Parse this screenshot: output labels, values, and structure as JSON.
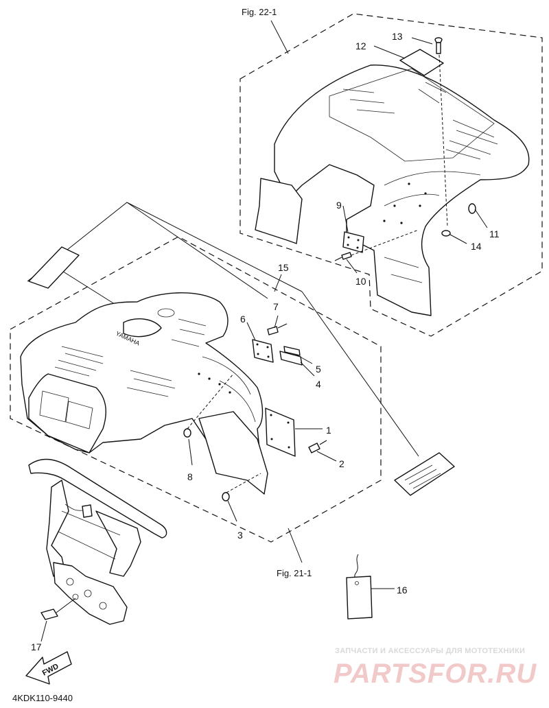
{
  "figure_refs": {
    "rear": "Fig. 22-1",
    "front": "Fig. 21-1"
  },
  "callouts": {
    "c1": "1",
    "c2": "2",
    "c3": "3",
    "c4": "4",
    "c5": "5",
    "c6": "6",
    "c7": "7",
    "c8": "8",
    "c9": "9",
    "c10": "10",
    "c11": "11",
    "c12": "12",
    "c13": "13",
    "c14": "14",
    "c15": "15",
    "c16": "16",
    "c17": "17"
  },
  "fwd_label": "FWD",
  "drawing_code": "4KDK110-9440",
  "fender_marking": "YAMAHA",
  "watermark": {
    "tagline": "ЗАПЧАСТИ И АКСЕССУАРЫ ДЛЯ МОТОТЕХНИКИ",
    "brand": "PARTSFOR.RU"
  }
}
